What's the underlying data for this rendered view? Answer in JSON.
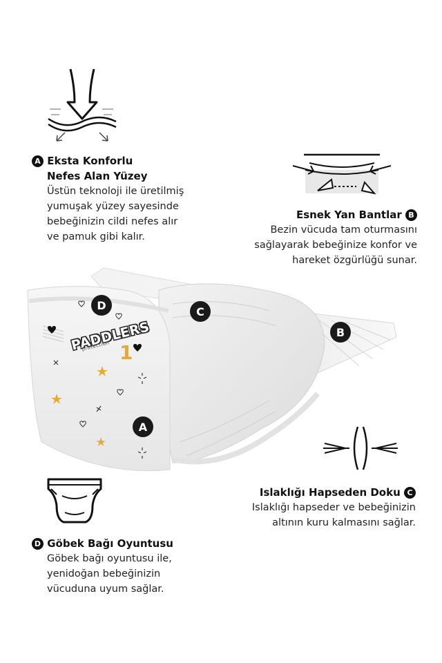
{
  "features": {
    "a": {
      "badge": "A",
      "title_line1": "Eksta Konforlu",
      "title_line2": "Nefes Alan Yüzey",
      "lines": [
        "Üstün teknoloji ile üretilmiş",
        "yumuşak yüzey sayesinde",
        "bebeğinizin cildi nefes alır",
        "ve pamuk gibi kalır."
      ],
      "icon": "breathable-surface-icon"
    },
    "b": {
      "badge": "B",
      "title": "Esnek Yan Bantlar",
      "lines": [
        "Bezin vücuda tam oturmasını",
        "sağlayarak bebeğinize konfor ve",
        "hareket özgürlüğü sunar."
      ],
      "icon": "elastic-band-icon"
    },
    "c": {
      "badge": "C",
      "title": "Islaklığı Hapseden Doku",
      "lines": [
        "Islaklığı hapseder ve  bebeğinizin",
        "altının kuru kalmasını sağlar."
      ],
      "icon": "absorb-lock-icon"
    },
    "d": {
      "badge": "D",
      "title": "Göbek Bağı Oyuntusu",
      "lines": [
        "Göbek bağı oyuntusu ile,",
        "yenidoğan bebeğinizin",
        "vücuduna uyum sağlar."
      ],
      "icon": "diaper-outline-icon"
    }
  },
  "product": {
    "brand": "PADDLERS",
    "sub": "protection",
    "size": "1",
    "markers": [
      "D",
      "C",
      "B",
      "A"
    ]
  },
  "colors": {
    "accent_gold": "#e3a93a",
    "ink": "#111111"
  }
}
